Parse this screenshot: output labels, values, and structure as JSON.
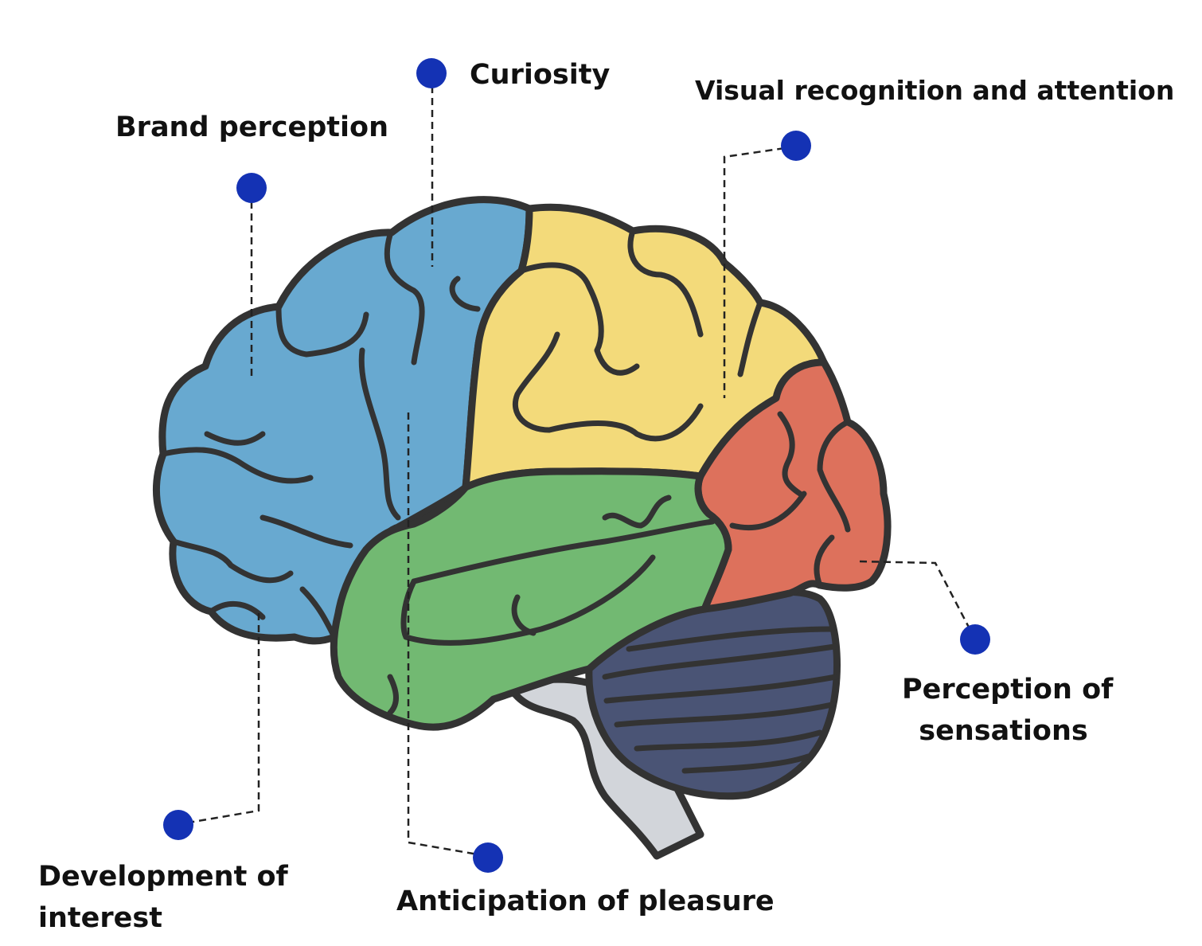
{
  "diagram": {
    "colors": {
      "frontal": "#68a9d0",
      "parietal": "#f3da7a",
      "temporal": "#72b972",
      "occipital": "#dd715c",
      "cerebellum": "#4a5475",
      "brainstem": "#d2d5da",
      "outline": "#333333",
      "marker": "#1432b4"
    },
    "labels": {
      "brand_perception": "Brand perception",
      "curiosity": "Curiosity",
      "visual_recognition": "Visual recognition and attention",
      "perception_line1": "Perception of",
      "perception_line2": "sensations",
      "development_line1": "Development of",
      "development_line2": "interest",
      "anticipation": "Anticipation of pleasure"
    }
  }
}
